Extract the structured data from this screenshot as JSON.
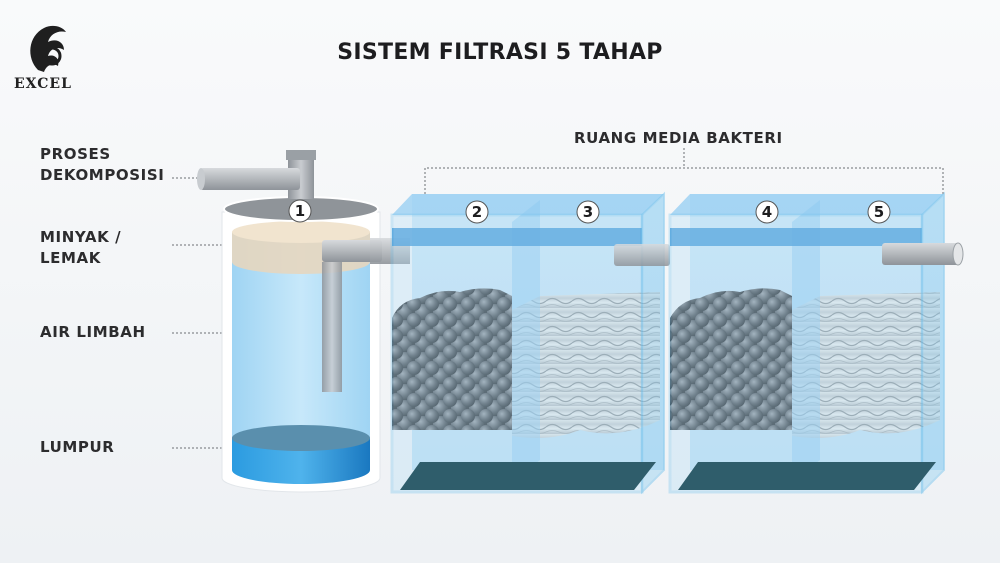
{
  "brand": {
    "logo_text": "EXCEL"
  },
  "title": "SISTEM FILTRASI 5 TAHAP",
  "labels": {
    "proses_line1": "PROSES",
    "proses_line2": "DEKOMPOSISI",
    "minyak_line1": "MINYAK /",
    "minyak_line2": "LEMAK",
    "air_limbah": "AIR LIMBAH",
    "lumpur": "LUMPUR",
    "ruang_media": "RUANG MEDIA BAKTERI"
  },
  "stages": [
    "1",
    "2",
    "3",
    "4",
    "5"
  ],
  "colors": {
    "water": "#bfe3f7",
    "water_edge": "#7cc6ee",
    "sludge": "#1f8fd6",
    "tank_floor": "#2f5d6b",
    "pipe": "#a9adb2",
    "badge": "#ffffff"
  }
}
